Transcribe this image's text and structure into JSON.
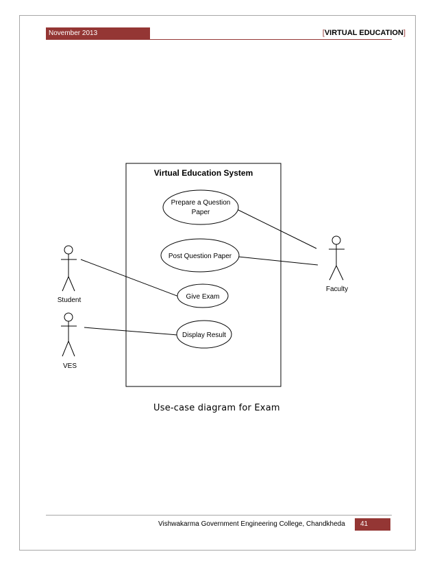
{
  "header": {
    "date": "November 2013",
    "title_bracket_open": "[",
    "title": "VIRTUAL EDUCATION",
    "title_bracket_close": "]"
  },
  "diagram": {
    "system_name": "Virtual Education System",
    "use_cases": [
      {
        "lines": [
          "Prepare a Question",
          "Paper"
        ]
      },
      {
        "lines": [
          "Post Question Paper"
        ]
      },
      {
        "lines": [
          "Give Exam"
        ]
      },
      {
        "lines": [
          "Display Result"
        ]
      }
    ],
    "actors": [
      {
        "name": "Student"
      },
      {
        "name": "VES"
      },
      {
        "name": "Faculty"
      }
    ],
    "caption": "Use-case diagram for Exam"
  },
  "footer": {
    "institution": "Vishwakarma Government Engineering College, Chandkheda",
    "page_number": "41"
  },
  "colors": {
    "accent": "#943634",
    "border": "#a6a6a6"
  }
}
